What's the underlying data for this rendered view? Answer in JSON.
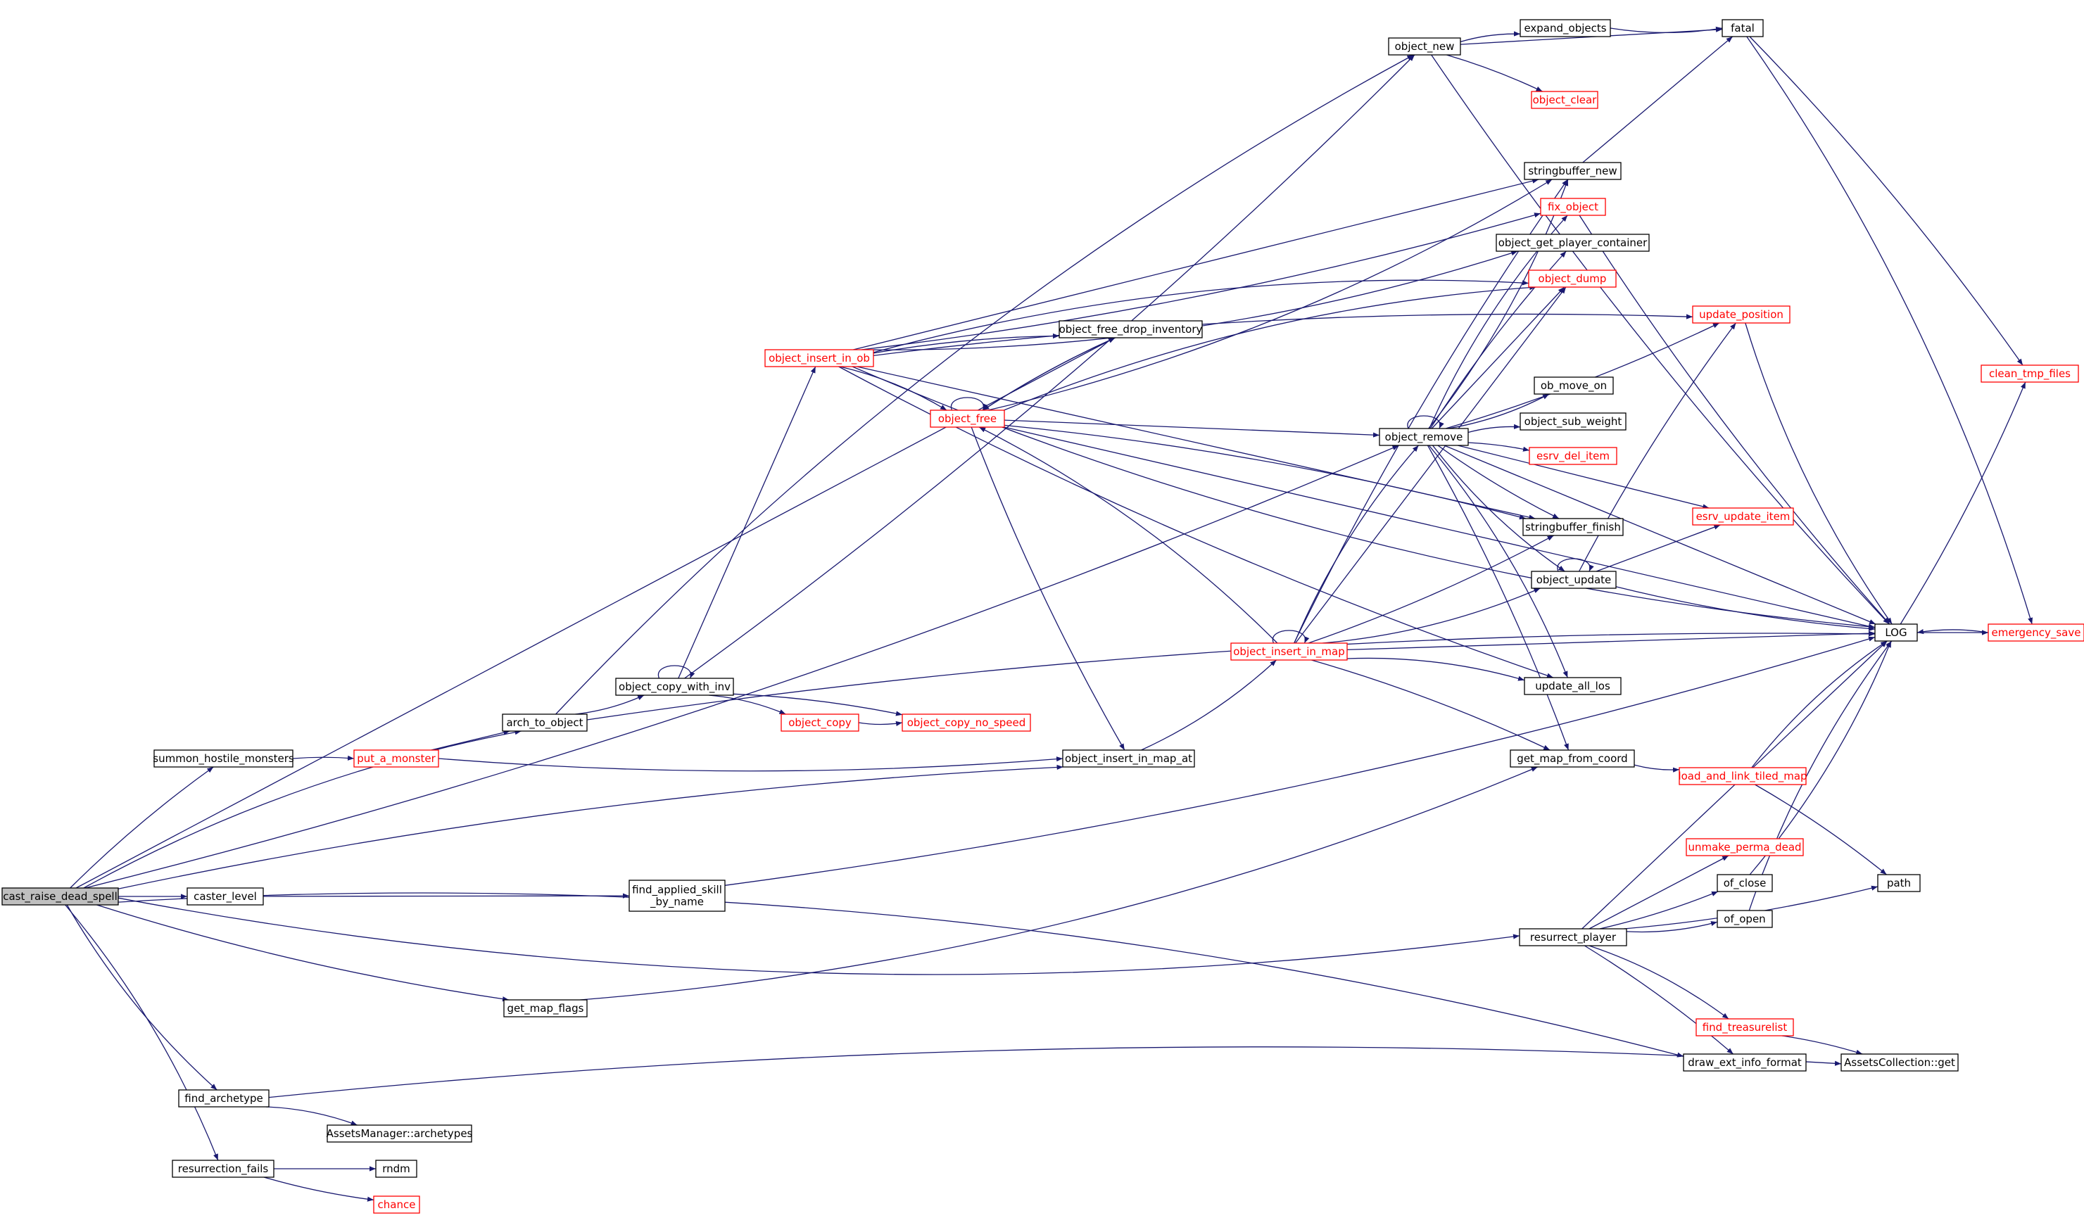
{
  "diagram": {
    "type": "call-graph",
    "colors": {
      "edge": "#191970",
      "box_border_default": "#000000",
      "box_border_incomplete": "#ff0000",
      "label_incomplete": "#ff0000",
      "root_fill": "#bfbfbf",
      "node_fill": "#ffffff"
    },
    "nodes": [
      {
        "id": "cast_raise_dead_spell",
        "label": "cast_raise_dead_spell",
        "style": "root"
      },
      {
        "id": "arch_to_object",
        "label": "arch_to_object",
        "style": "black"
      },
      {
        "id": "summon_hostile_monsters",
        "label": "summon_hostile_monsters",
        "style": "black"
      },
      {
        "id": "put_a_monster",
        "label": "put_a_monster",
        "style": "red"
      },
      {
        "id": "caster_level",
        "label": "caster_level",
        "style": "black"
      },
      {
        "id": "find_applied_skill_by_name",
        "label": "find_applied_skill\n_by_name",
        "style": "black"
      },
      {
        "id": "get_map_flags",
        "label": "get_map_flags",
        "style": "black"
      },
      {
        "id": "find_archetype",
        "label": "find_archetype",
        "style": "black"
      },
      {
        "id": "AssetsManager_archetypes",
        "label": "AssetsManager::archetypes",
        "style": "black"
      },
      {
        "id": "resurrection_fails",
        "label": "resurrection_fails",
        "style": "black"
      },
      {
        "id": "rndm",
        "label": "rndm",
        "style": "black"
      },
      {
        "id": "chance",
        "label": "chance",
        "style": "red"
      },
      {
        "id": "object_copy_with_inv",
        "label": "object_copy_with_inv",
        "style": "black"
      },
      {
        "id": "object_copy",
        "label": "object_copy",
        "style": "red"
      },
      {
        "id": "object_copy_no_speed",
        "label": "object_copy_no_speed",
        "style": "red"
      },
      {
        "id": "object_insert_in_ob",
        "label": "object_insert_in_ob",
        "style": "red"
      },
      {
        "id": "object_free",
        "label": "object_free",
        "style": "red"
      },
      {
        "id": "object_free_drop_inventory",
        "label": "object_free_drop_inventory",
        "style": "black"
      },
      {
        "id": "object_insert_in_map_at",
        "label": "object_insert_in_map_at",
        "style": "black"
      },
      {
        "id": "object_new",
        "label": "object_new",
        "style": "black"
      },
      {
        "id": "expand_objects",
        "label": "expand_objects",
        "style": "black"
      },
      {
        "id": "object_clear",
        "label": "object_clear",
        "style": "red"
      },
      {
        "id": "fatal",
        "label": "fatal",
        "style": "black"
      },
      {
        "id": "object_remove",
        "label": "object_remove",
        "style": "black"
      },
      {
        "id": "object_insert_in_map",
        "label": "object_insert_in_map",
        "style": "red"
      },
      {
        "id": "stringbuffer_new",
        "label": "stringbuffer_new",
        "style": "black"
      },
      {
        "id": "fix_object",
        "label": "fix_object",
        "style": "red"
      },
      {
        "id": "object_get_player_container",
        "label": "object_get_player_container",
        "style": "black"
      },
      {
        "id": "object_dump",
        "label": "object_dump",
        "style": "red"
      },
      {
        "id": "update_position",
        "label": "update_position",
        "style": "red"
      },
      {
        "id": "ob_move_on",
        "label": "ob_move_on",
        "style": "black"
      },
      {
        "id": "object_sub_weight",
        "label": "object_sub_weight",
        "style": "black"
      },
      {
        "id": "esrv_del_item",
        "label": "esrv_del_item",
        "style": "red"
      },
      {
        "id": "esrv_update_item",
        "label": "esrv_update_item",
        "style": "red"
      },
      {
        "id": "stringbuffer_finish",
        "label": "stringbuffer_finish",
        "style": "black"
      },
      {
        "id": "object_update",
        "label": "object_update",
        "style": "black"
      },
      {
        "id": "update_all_los",
        "label": "update_all_los",
        "style": "black"
      },
      {
        "id": "get_map_from_coord",
        "label": "get_map_from_coord",
        "style": "black"
      },
      {
        "id": "load_and_link_tiled_map",
        "label": "load_and_link_tiled_map",
        "style": "red"
      },
      {
        "id": "resurrect_player",
        "label": "resurrect_player",
        "style": "black"
      },
      {
        "id": "unmake_perma_dead",
        "label": "unmake_perma_dead",
        "style": "red"
      },
      {
        "id": "of_close",
        "label": "of_close",
        "style": "black"
      },
      {
        "id": "of_open",
        "label": "of_open",
        "style": "black"
      },
      {
        "id": "find_treasurelist",
        "label": "find_treasurelist",
        "style": "red"
      },
      {
        "id": "draw_ext_info_format",
        "label": "draw_ext_info_format",
        "style": "black"
      },
      {
        "id": "AssetsCollection_get",
        "label": "AssetsCollection::get",
        "style": "black"
      },
      {
        "id": "path",
        "label": "path",
        "style": "black"
      },
      {
        "id": "LOG",
        "label": "LOG",
        "style": "black"
      },
      {
        "id": "emergency_save",
        "label": "emergency_save",
        "style": "red"
      },
      {
        "id": "clean_tmp_files",
        "label": "clean_tmp_files",
        "style": "red"
      }
    ],
    "edges": [
      [
        "cast_raise_dead_spell",
        "arch_to_object"
      ],
      [
        "cast_raise_dead_spell",
        "summon_hostile_monsters"
      ],
      [
        "cast_raise_dead_spell",
        "caster_level"
      ],
      [
        "cast_raise_dead_spell",
        "get_map_flags"
      ],
      [
        "cast_raise_dead_spell",
        "find_archetype"
      ],
      [
        "cast_raise_dead_spell",
        "resurrection_fails"
      ],
      [
        "cast_raise_dead_spell",
        "object_insert_in_map_at"
      ],
      [
        "cast_raise_dead_spell",
        "object_free_drop_inventory"
      ],
      [
        "cast_raise_dead_spell",
        "object_remove"
      ],
      [
        "cast_raise_dead_spell",
        "resurrect_player"
      ],
      [
        "cast_raise_dead_spell",
        "draw_ext_info_format"
      ],
      [
        "summon_hostile_monsters",
        "put_a_monster"
      ],
      [
        "put_a_monster",
        "arch_to_object"
      ],
      [
        "put_a_monster",
        "object_insert_in_map_at"
      ],
      [
        "arch_to_object",
        "object_copy_with_inv"
      ],
      [
        "arch_to_object",
        "object_new"
      ],
      [
        "arch_to_object",
        "LOG"
      ],
      [
        "caster_level",
        "find_applied_skill_by_name"
      ],
      [
        "find_applied_skill_by_name",
        "LOG"
      ],
      [
        "get_map_flags",
        "get_map_from_coord"
      ],
      [
        "find_archetype",
        "AssetsManager_archetypes"
      ],
      [
        "find_archetype",
        "AssetsCollection_get"
      ],
      [
        "resurrection_fails",
        "rndm"
      ],
      [
        "resurrection_fails",
        "chance"
      ],
      [
        "object_copy_with_inv",
        "object_copy_with_inv"
      ],
      [
        "object_copy_with_inv",
        "object_copy"
      ],
      [
        "object_copy_with_inv",
        "object_copy_no_speed"
      ],
      [
        "object_copy_with_inv",
        "object_insert_in_ob"
      ],
      [
        "object_copy_with_inv",
        "object_new"
      ],
      [
        "object_copy",
        "object_copy_no_speed"
      ],
      [
        "object_insert_in_ob",
        "object_free"
      ],
      [
        "object_insert_in_ob",
        "object_free_drop_inventory"
      ],
      [
        "object_insert_in_ob",
        "stringbuffer_new"
      ],
      [
        "object_insert_in_ob",
        "fix_object"
      ],
      [
        "object_insert_in_ob",
        "object_get_player_container"
      ],
      [
        "object_insert_in_ob",
        "object_dump"
      ],
      [
        "object_insert_in_ob",
        "update_position"
      ],
      [
        "object_insert_in_ob",
        "stringbuffer_finish"
      ],
      [
        "object_insert_in_ob",
        "update_all_los"
      ],
      [
        "object_insert_in_ob",
        "LOG"
      ],
      [
        "object_free",
        "object_free"
      ],
      [
        "object_free",
        "object_free_drop_inventory"
      ],
      [
        "object_free",
        "object_remove"
      ],
      [
        "object_free",
        "object_insert_in_map_at"
      ],
      [
        "object_free",
        "stringbuffer_new"
      ],
      [
        "object_free",
        "object_dump"
      ],
      [
        "object_free",
        "stringbuffer_finish"
      ],
      [
        "object_free",
        "LOG"
      ],
      [
        "object_free_drop_inventory",
        "object_free"
      ],
      [
        "object_insert_in_map_at",
        "object_insert_in_map"
      ],
      [
        "object_new",
        "expand_objects"
      ],
      [
        "object_new",
        "object_clear"
      ],
      [
        "object_new",
        "fatal"
      ],
      [
        "object_new",
        "LOG"
      ],
      [
        "expand_objects",
        "fatal"
      ],
      [
        "fatal",
        "emergency_save"
      ],
      [
        "fatal",
        "clean_tmp_files"
      ],
      [
        "stringbuffer_new",
        "fatal"
      ],
      [
        "object_insert_in_map",
        "object_insert_in_map"
      ],
      [
        "object_insert_in_map",
        "object_free"
      ],
      [
        "object_insert_in_map",
        "object_remove"
      ],
      [
        "object_insert_in_map",
        "stringbuffer_new"
      ],
      [
        "object_insert_in_map",
        "object_dump"
      ],
      [
        "object_insert_in_map",
        "stringbuffer_finish"
      ],
      [
        "object_insert_in_map",
        "object_update"
      ],
      [
        "object_insert_in_map",
        "update_all_los"
      ],
      [
        "object_insert_in_map",
        "get_map_from_coord"
      ],
      [
        "object_insert_in_map",
        "LOG"
      ],
      [
        "object_remove",
        "object_remove"
      ],
      [
        "object_remove",
        "stringbuffer_new"
      ],
      [
        "object_remove",
        "fix_object"
      ],
      [
        "object_remove",
        "object_get_player_container"
      ],
      [
        "object_remove",
        "object_dump"
      ],
      [
        "object_remove",
        "update_position"
      ],
      [
        "object_remove",
        "ob_move_on"
      ],
      [
        "object_remove",
        "object_sub_weight"
      ],
      [
        "object_remove",
        "esrv_del_item"
      ],
      [
        "object_remove",
        "esrv_update_item"
      ],
      [
        "object_remove",
        "stringbuffer_finish"
      ],
      [
        "object_remove",
        "object_update"
      ],
      [
        "object_remove",
        "update_all_los"
      ],
      [
        "object_remove",
        "get_map_from_coord"
      ],
      [
        "object_remove",
        "LOG"
      ],
      [
        "fix_object",
        "LOG"
      ],
      [
        "update_position",
        "LOG"
      ],
      [
        "object_update",
        "object_update"
      ],
      [
        "object_update",
        "update_position"
      ],
      [
        "object_update",
        "esrv_update_item"
      ],
      [
        "object_update",
        "LOG"
      ],
      [
        "get_map_from_coord",
        "load_and_link_tiled_map"
      ],
      [
        "load_and_link_tiled_map",
        "LOG"
      ],
      [
        "load_and_link_tiled_map",
        "path"
      ],
      [
        "resurrect_player",
        "unmake_perma_dead"
      ],
      [
        "resurrect_player",
        "of_close"
      ],
      [
        "resurrect_player",
        "of_open"
      ],
      [
        "resurrect_player",
        "find_treasurelist"
      ],
      [
        "resurrect_player",
        "draw_ext_info_format"
      ],
      [
        "resurrect_player",
        "LOG"
      ],
      [
        "resurrect_player",
        "path"
      ],
      [
        "of_close",
        "LOG"
      ],
      [
        "of_open",
        "LOG"
      ],
      [
        "find_treasurelist",
        "AssetsCollection_get"
      ],
      [
        "LOG",
        "emergency_save"
      ],
      [
        "LOG",
        "clean_tmp_files"
      ],
      [
        "emergency_save",
        "LOG"
      ]
    ]
  }
}
